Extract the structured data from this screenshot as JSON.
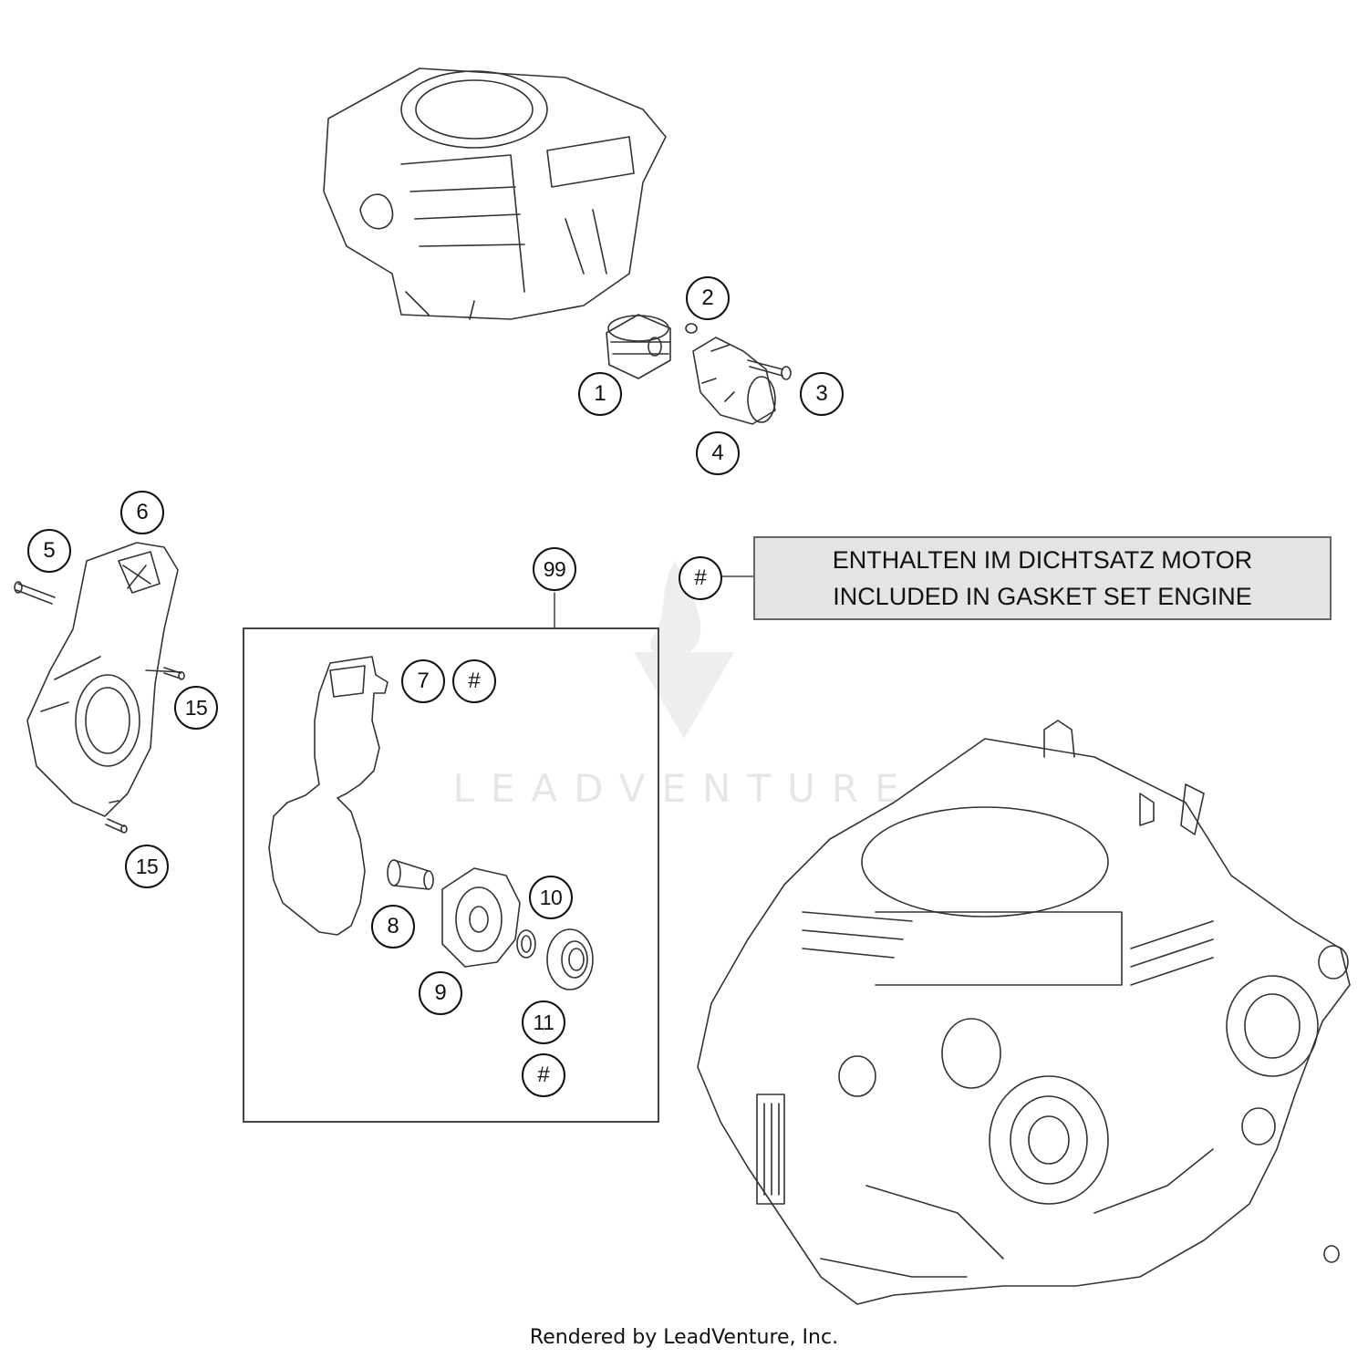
{
  "callouts": {
    "c1": "1",
    "c2": "2",
    "c3": "3",
    "c4": "4",
    "c5": "5",
    "c6": "6",
    "c7": "7",
    "c7_hash": "#",
    "c8": "8",
    "c9": "9",
    "c10": "10",
    "c11": "11",
    "c11_hash": "#",
    "c15a": "15",
    "c15b": "15",
    "c99": "99",
    "legend_hash": "#"
  },
  "legend": {
    "line1": "ENTHALTEN IM DICHTSATZ MOTOR",
    "line2": "INCLUDED IN GASKET SET ENGINE"
  },
  "watermark": "LEADVENTURE",
  "footer": "Rendered by LeadVenture, Inc."
}
